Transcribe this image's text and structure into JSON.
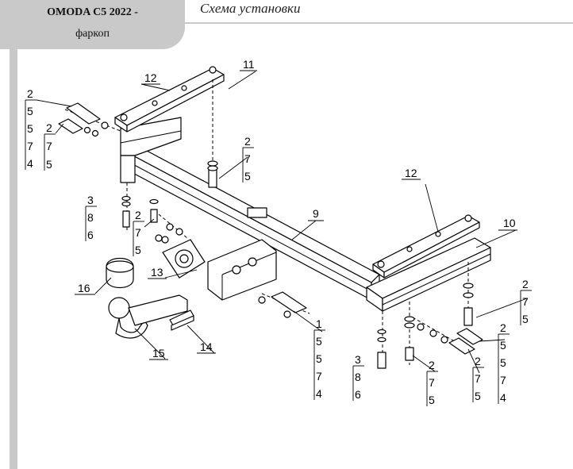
{
  "header": {
    "title": "OMODA C5 2022 -",
    "subtitle": "фаркоп"
  },
  "heading": "Схема установки",
  "callouts": {
    "c12a": "12",
    "c11": "11",
    "c12b": "12",
    "c9": "9",
    "c10": "10",
    "c13": "13",
    "c16": "16",
    "c15": "15",
    "c14": "14"
  },
  "stacks": {
    "s_tl_a": [
      "2",
      "5",
      "5",
      "7",
      "4"
    ],
    "s_tl_b": [
      "2",
      "7",
      "5"
    ],
    "s_top_mid": [
      "2",
      "7",
      "5"
    ],
    "s_left_bolt": [
      "3",
      "8",
      "6"
    ],
    "s_left_hook": [
      "2",
      "7",
      "5"
    ],
    "s_center": [
      "1",
      "5",
      "5",
      "7",
      "4"
    ],
    "s_bot_a": [
      "3",
      "8",
      "6"
    ],
    "s_bot_b": [
      "2",
      "7",
      "5"
    ],
    "s_bot_c": [
      "2",
      "7",
      "5"
    ],
    "s_right_a": [
      "2",
      "7",
      "5"
    ],
    "s_right_b": [
      "2",
      "5",
      "5",
      "7",
      "4"
    ]
  }
}
